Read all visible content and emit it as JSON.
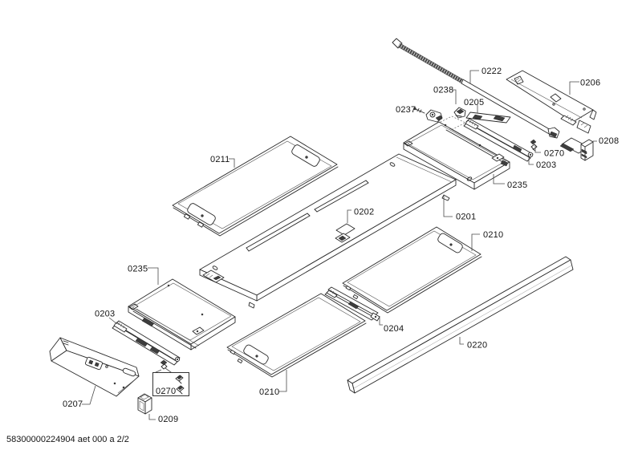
{
  "document": {
    "background_color": "#ffffff",
    "footer_code": "58300000224904 aet 000 a 2/2"
  },
  "diagram": {
    "kind": "exploded-parts-diagram",
    "part_labels": [
      {
        "text": "0222"
      },
      {
        "text": "0206"
      },
      {
        "text": "0238"
      },
      {
        "text": "0205"
      },
      {
        "text": "0237"
      },
      {
        "text": "0270"
      },
      {
        "text": "0208"
      },
      {
        "text": "0203"
      },
      {
        "text": "0235"
      },
      {
        "text": "0211"
      },
      {
        "text": "0202"
      },
      {
        "text": "0201"
      },
      {
        "text": "0210"
      },
      {
        "text": "0204"
      },
      {
        "text": "0220"
      },
      {
        "text": "0235"
      },
      {
        "text": "0203"
      },
      {
        "text": "0207"
      },
      {
        "text": "0270"
      },
      {
        "text": "0209"
      },
      {
        "text": "0210"
      }
    ]
  }
}
